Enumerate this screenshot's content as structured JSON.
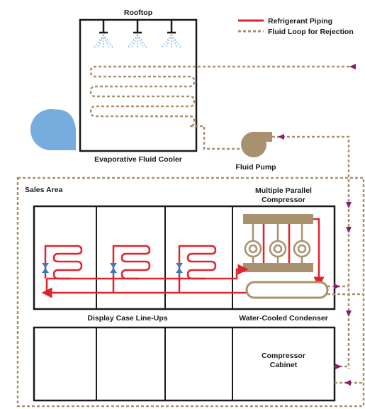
{
  "legend": {
    "refrigerant_label": "Refrigerant Piping",
    "fluid_loop_label": "Fluid Loop for Rejection",
    "refrigerant_color": "#e1232d",
    "fluid_loop_color": "#a8916e"
  },
  "labels": {
    "rooftop": "Rooftop",
    "evaporative_fluid_cooler": "Evaporative Fluid Cooler",
    "fluid_pump": "Fluid Pump",
    "sales_area": "Sales Area",
    "compressor_line1": "Multiple Parallel",
    "compressor_line2": "Compressor",
    "display_case_lineups": "Display Case Line-Ups",
    "water_cooled_condenser": "Water-Cooled Condenser",
    "compressor_cabinet_line1": "Compressor",
    "compressor_cabinet_line2": "Cabinet"
  },
  "colors": {
    "fan": "#77acdf",
    "spray": "#7fb5e6",
    "equipment": "#a8916e",
    "outline": "#1a1a1a",
    "valve": "#2a7fc9",
    "arrow": "#8a1f6e"
  },
  "icons": [
    "fan-icon",
    "pump-icon",
    "spray-nozzle-icon",
    "expansion-valve-icon",
    "compressor-icon",
    "condenser-icon"
  ]
}
